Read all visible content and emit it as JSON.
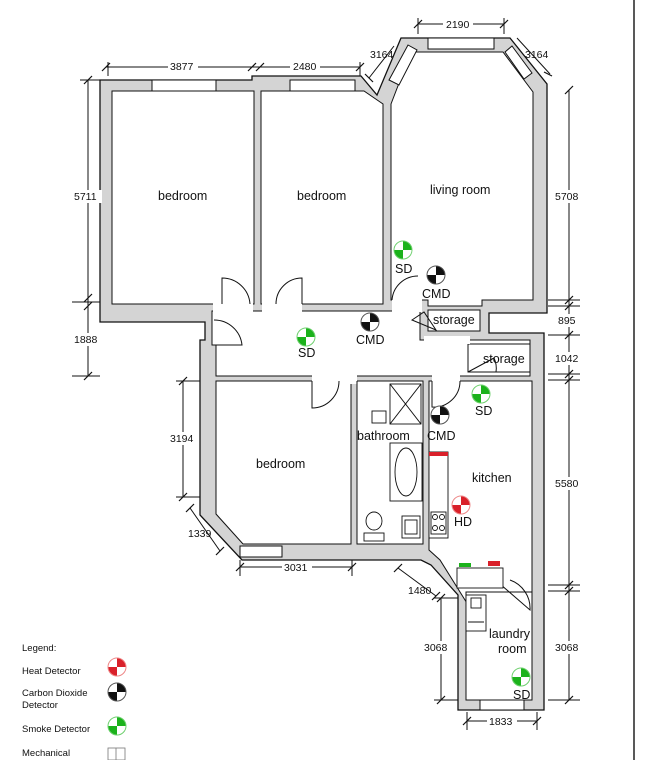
{
  "rooms": {
    "bedroom_1": "bedroom",
    "bedroom_2": "bedroom",
    "living_room": "living room",
    "storage_1": "storage",
    "storage_2": "storage",
    "bathroom": "bathroom",
    "bedroom_3": "bedroom",
    "kitchen": "kitchen",
    "laundry_line1": "laundry",
    "laundry_line2": "room"
  },
  "dimensions": {
    "top_bedroom1": "3877",
    "top_bedroom2": "2480",
    "bay_left": "3164",
    "bay_top": "2190",
    "bay_right": "3164",
    "left_upper": "5711",
    "left_hall": "1888",
    "left_bedroom3": "3194",
    "left_diag": "1339",
    "bottom_bedroom3": "3031",
    "right_living": "5708",
    "right_storage1": "895",
    "right_storage2": "1042",
    "right_kitchen": "5580",
    "right_laundry": "3068",
    "laundry_diag": "1480",
    "laundry_left": "3068",
    "laundry_bottom": "1833"
  },
  "detectors": {
    "sd_living": "SD",
    "cmd_living": "CMD",
    "sd_hall": "SD",
    "cmd_hall": "CMD",
    "sd_kitchen": "SD",
    "cmd_kitchen": "CMD",
    "hd_kitchen": "HD",
    "sd_laundry": "SD"
  },
  "legend": {
    "title": "Legend:",
    "heat": "Heat Detector",
    "carbon_line1": "Carbon Dioxide",
    "carbon_line2": "Detector",
    "smoke": "Smoke Detector",
    "mechanical": "Mechanical"
  },
  "colors": {
    "heat": "#d9202a",
    "carbon": "#111111",
    "smoke": "#1bb21b",
    "wall": "#d4d4d4"
  }
}
